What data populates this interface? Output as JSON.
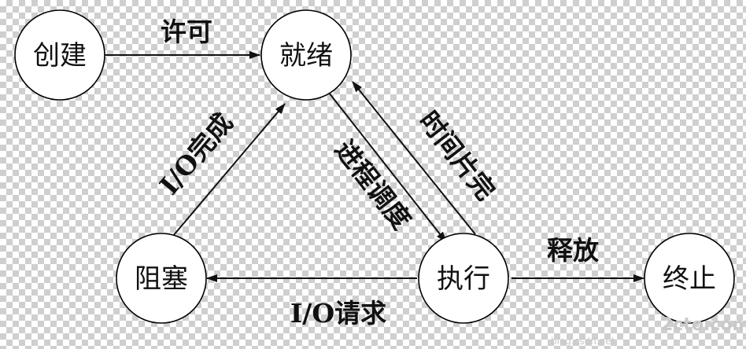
{
  "states": {
    "create": "创建",
    "ready": "就绪",
    "blocked": "阻塞",
    "running": "执行",
    "terminated": "终止"
  },
  "transitions": {
    "create_to_ready": "许可",
    "blocked_to_ready": "I/O完成",
    "ready_to_running": "进程调度",
    "running_to_ready": "时间片完",
    "running_to_blocked": "I/O请求",
    "running_to_terminated": "释放"
  },
  "watermark": {
    "logo": "2cto.com",
    "url": "blog.csdn.net"
  },
  "colors": {
    "stroke": "#111111",
    "circle_fill": "#ffffff",
    "watermark": "#c9c9c9"
  }
}
